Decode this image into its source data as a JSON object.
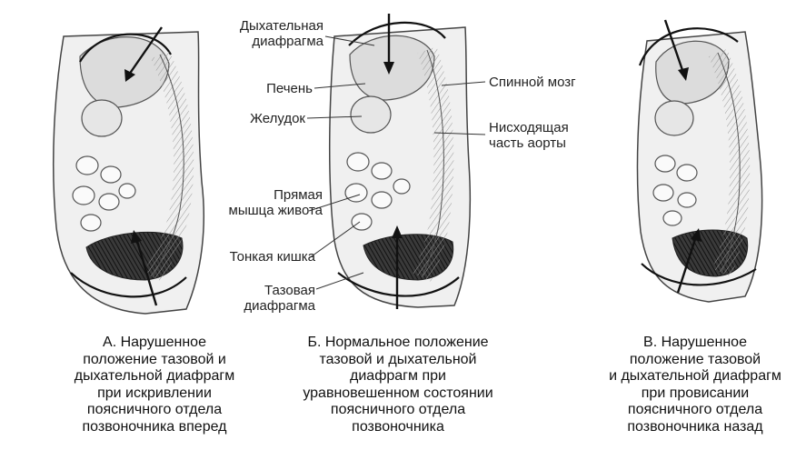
{
  "labels": {
    "diaphragm_resp": [
      "Дыхательная",
      "диафрагма"
    ],
    "liver": "Печень",
    "stomach": "Желудок",
    "rectus": [
      "Прямая",
      "мышца живота"
    ],
    "small_intestine": "Тонкая кишка",
    "pelvic_diaphragm": [
      "Тазовая",
      "диафрагма"
    ],
    "spinal_cord": "Спинной мозг",
    "aorta": [
      "Нисходящая",
      "часть аорты"
    ]
  },
  "captions": {
    "a": [
      "А. Нарушенное",
      "положение тазовой и",
      "дыхательной диафрагм",
      "при искривлении",
      "поясничного отдела",
      "позвоночника вперед"
    ],
    "b": [
      "Б. Нормальное положение",
      "тазовой и дыхательной",
      "диафрагм при",
      "уравновешенном состоянии",
      "поясничного отдела",
      "позвоночника"
    ],
    "c": [
      "В. Нарушенное",
      "положение тазовой",
      "и дыхательной диафрагм",
      "при провисании",
      "поясничного отдела",
      "позвоночника назад"
    ]
  }
}
